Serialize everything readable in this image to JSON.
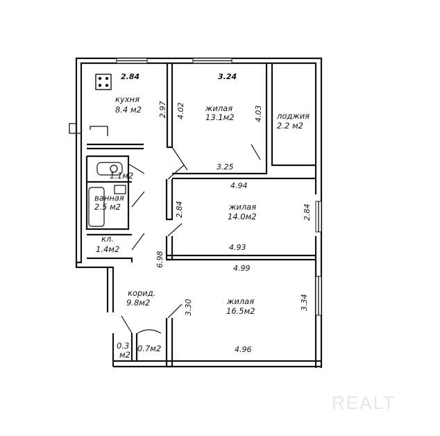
{
  "rooms": {
    "kitchen": {
      "name": "кухня",
      "area": "8.4 м2"
    },
    "living1": {
      "name": "жилая",
      "area": "13.1м2"
    },
    "loggia": {
      "name": "лоджия",
      "area": "2.2 м2"
    },
    "wc": {
      "area": "1.1м2"
    },
    "bathroom": {
      "name": "ванная",
      "area": "2.5 м2"
    },
    "living2": {
      "name": "жилая",
      "area": "14.0м2"
    },
    "storage": {
      "name": "кл.",
      "area": "1.4м2"
    },
    "corridor": {
      "name": "корид.",
      "area": "9.8м2"
    },
    "living3": {
      "name": "жилая",
      "area": "16.5м2"
    },
    "closet_small": {
      "line1": "0.3",
      "line2": "м2"
    },
    "closet2": {
      "area": "0.7м2"
    }
  },
  "dimensions": {
    "kitchen_width": "2.84",
    "kitchen_height": "2.97",
    "living1_top": "3.24",
    "living1_left": "4.02",
    "living1_right": "4.03",
    "living1_bottom": "3.25",
    "living2_top": "4.94",
    "living2_left": "2.84",
    "living2_right": "2.84",
    "living2_bottom": "4.93",
    "corridor_length": "6.98",
    "living3_top": "4.99",
    "living3_left": "3.30",
    "living3_right": "3.34",
    "living3_bottom": "4.96"
  },
  "watermark": "REALT"
}
